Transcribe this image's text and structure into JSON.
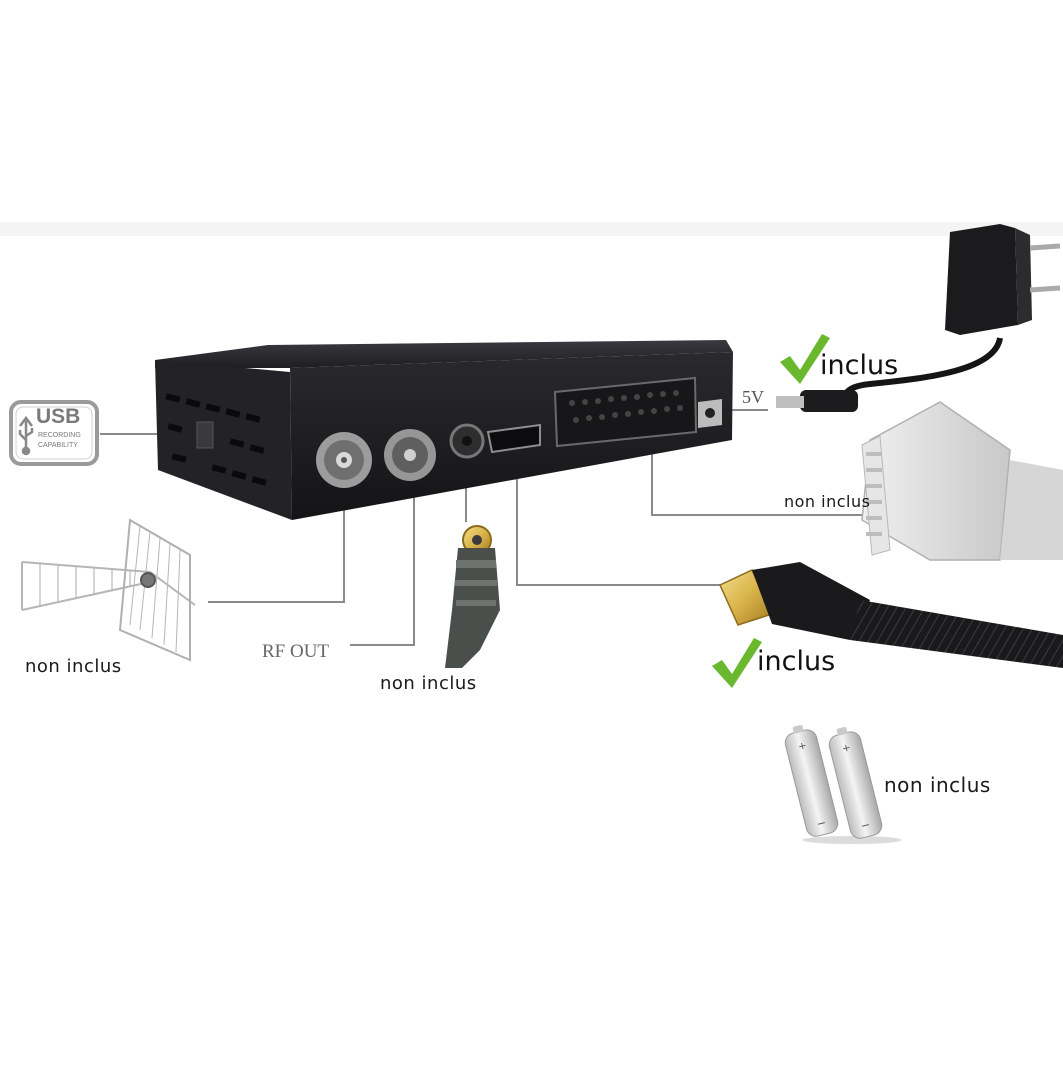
{
  "usb_badge": {
    "title": "USB",
    "subtitle_line1": "RECORDING",
    "subtitle_line2": "CAPABILITY",
    "icon": "usb-trident-icon"
  },
  "labels": {
    "power_included": "inclus",
    "power_voltage": "5V",
    "scart_status": "non inclus",
    "hdmi_included": "inclus",
    "antenna_status": "non inclus",
    "rf_out": "RF OUT",
    "av_cable_status": "non inclus",
    "batteries_status": "non inclus"
  },
  "colors": {
    "check_green": "#6ab82e",
    "receiver_body": "#1c1c20",
    "connector_line": "#8a8a8a",
    "hdmi_gold": "#d9b44a"
  }
}
